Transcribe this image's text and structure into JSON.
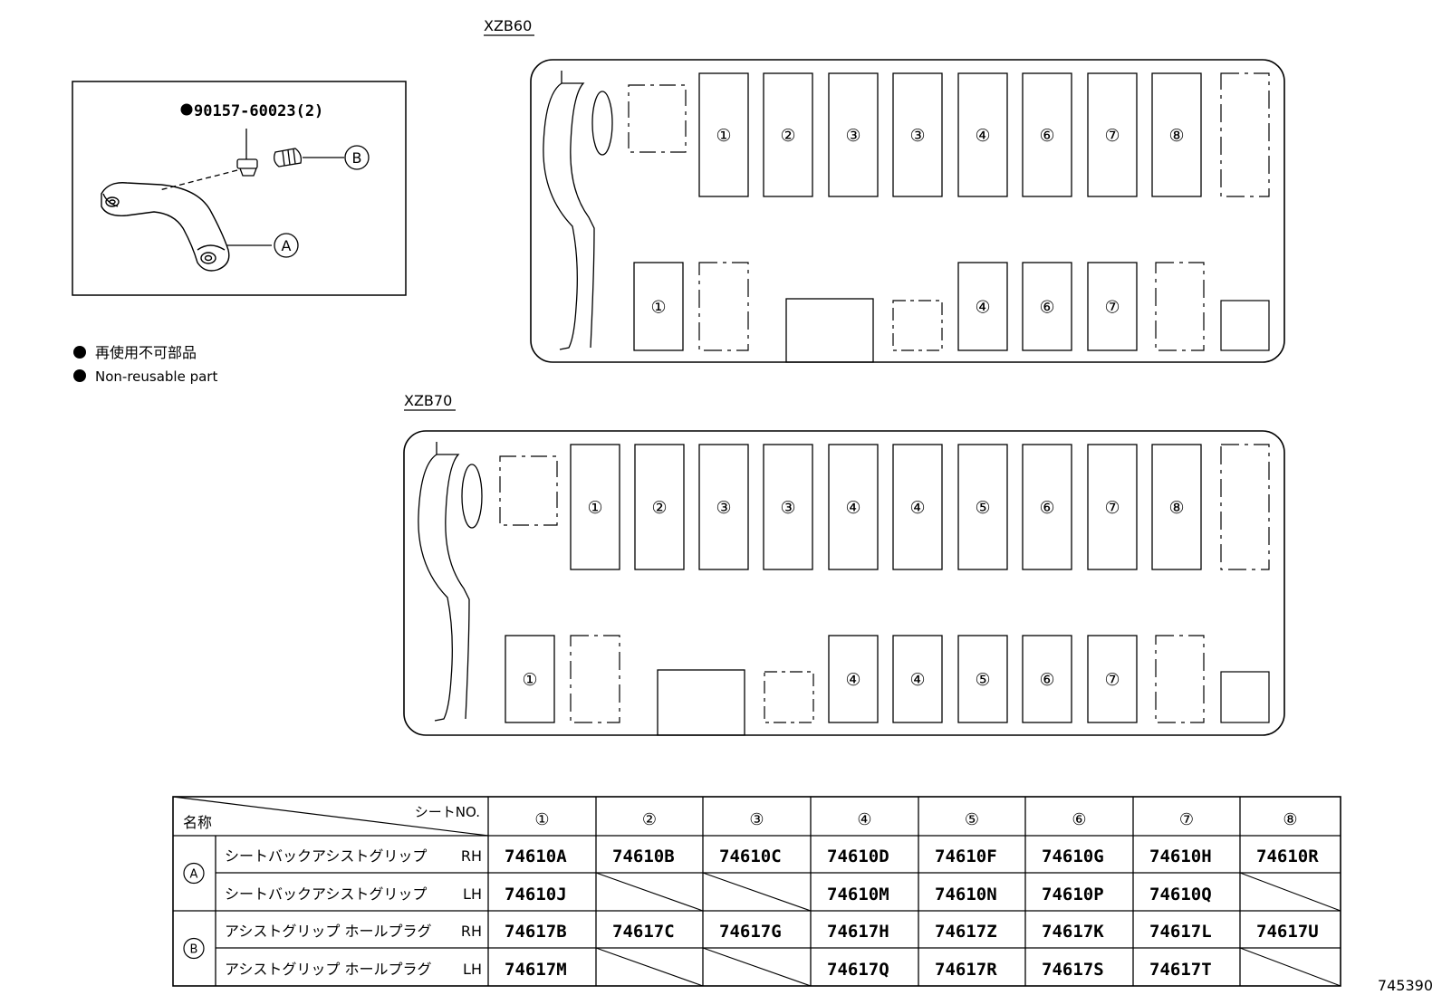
{
  "models": {
    "xzb60": "XZB60",
    "xzb70": "XZB70"
  },
  "part_box": {
    "bolt_part": "90157-60023(2)",
    "callout_a": "A",
    "callout_b": "B"
  },
  "legend": {
    "jp": "再使用不可部品",
    "en": "Non-reusable part"
  },
  "seats": {
    "xzb60_top": [
      "①",
      "②",
      "③",
      "③",
      "④",
      "⑥",
      "⑦",
      "⑧"
    ],
    "xzb60_bottom": [
      "①",
      "④",
      "⑥",
      "⑦"
    ],
    "xzb70_top": [
      "①",
      "②",
      "③",
      "③",
      "④",
      "④",
      "⑤",
      "⑥",
      "⑦",
      "⑧"
    ],
    "xzb70_bottom": [
      "①",
      "④",
      "④",
      "⑤",
      "⑥",
      "⑦"
    ]
  },
  "table": {
    "header_name": "名称",
    "header_seat": "シートNO.",
    "columns": [
      "①",
      "②",
      "③",
      "④",
      "⑤",
      "⑥",
      "⑦",
      "⑧"
    ],
    "groups": [
      {
        "callout": "A",
        "rows": [
          {
            "name": "シートバックアシストグリップ",
            "side": "RH",
            "cells": [
              "74610A",
              "74610B",
              "74610C",
              "74610D",
              "74610F",
              "74610G",
              "74610H",
              "74610R"
            ]
          },
          {
            "name": "シートバックアシストグリップ",
            "side": "LH",
            "cells": [
              "74610J",
              "",
              "",
              "74610M",
              "74610N",
              "74610P",
              "74610Q",
              ""
            ]
          }
        ]
      },
      {
        "callout": "B",
        "rows": [
          {
            "name": "アシストグリップ ホールプラグ",
            "side": "RH",
            "cells": [
              "74617B",
              "74617C",
              "74617G",
              "74617H",
              "74617Z",
              "74617K",
              "74617L",
              "74617U"
            ]
          },
          {
            "name": "アシストグリップ ホールプラグ",
            "side": "LH",
            "cells": [
              "74617M",
              "",
              "",
              "74617Q",
              "74617R",
              "74617S",
              "74617T",
              ""
            ]
          }
        ]
      }
    ]
  },
  "figure_number": "745390"
}
